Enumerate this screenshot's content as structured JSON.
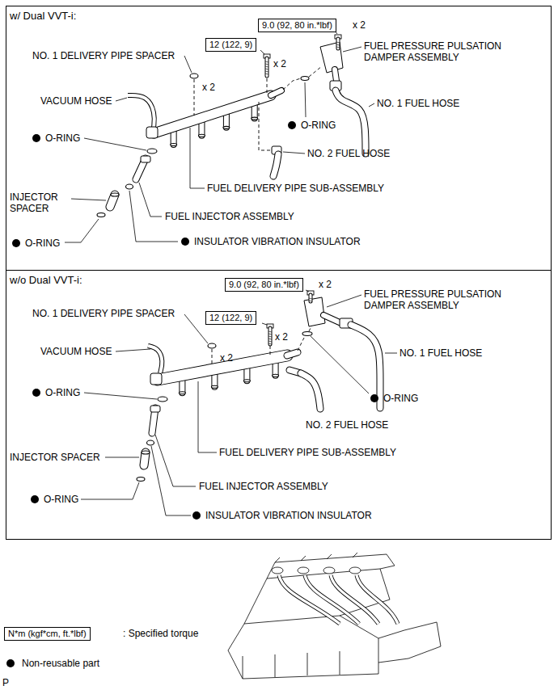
{
  "diagram": {
    "nodes": [
      {
        "text": [
          "w/ Dual VVT-i:"
        ]
      },
      {
        "text": [
          "9.0 (92, 80 in.*lbf)"
        ],
        "in": 0
      },
      {
        "text": [
          "12 (122, 9)"
        ],
        "in": 0
      },
      {
        "text": [
          "w/o Dual VVT-i:"
        ]
      },
      {
        "text": [
          "9.0 (92, 80 in.*lbf)"
        ],
        "in": 3
      },
      {
        "text": [
          "12 (122, 9)"
        ],
        "in": 3
      },
      {
        "text": [
          "N*m (kgf*cm, ft.*lbf)"
        ]
      }
    ],
    "edges": [],
    "labels": [
      "NO. 1 DELIVERY PIPE SPACER",
      "x 2",
      "x 2",
      "x 2",
      "FUEL PRESSURE PULSATION DAMPER ASSEMBLY",
      "VACUUM HOSE",
      "NO. 1 FUEL HOSE",
      "O-RING",
      "O-RING",
      "NO. 2 FUEL HOSE",
      "FUEL DELIVERY PIPE SUB-ASSEMBLY",
      "INJECTOR SPACER",
      "FUEL INJECTOR ASSEMBLY",
      "O-RING",
      "INSULATOR VIBRATION INSULATOR",
      "NO. 1 DELIVERY PIPE SPACER",
      "x 2",
      "x 2",
      "x 2",
      "FUEL PRESSURE PULSATION DAMPER ASSEMBLY",
      "VACUUM HOSE",
      "NO. 1 FUEL HOSE",
      "O-RING",
      "O-RING",
      "NO. 2 FUEL HOSE",
      "FUEL DELIVERY PIPE SUB-ASSEMBLY",
      "INJECTOR SPACER",
      "FUEL INJECTOR ASSEMBLY",
      "O-RING",
      "INSULATOR VIBRATION INSULATOR",
      ": Specified torque",
      "P"
    ],
    "legend": [
      {
        "text": "Non-reusable part"
      }
    ]
  }
}
